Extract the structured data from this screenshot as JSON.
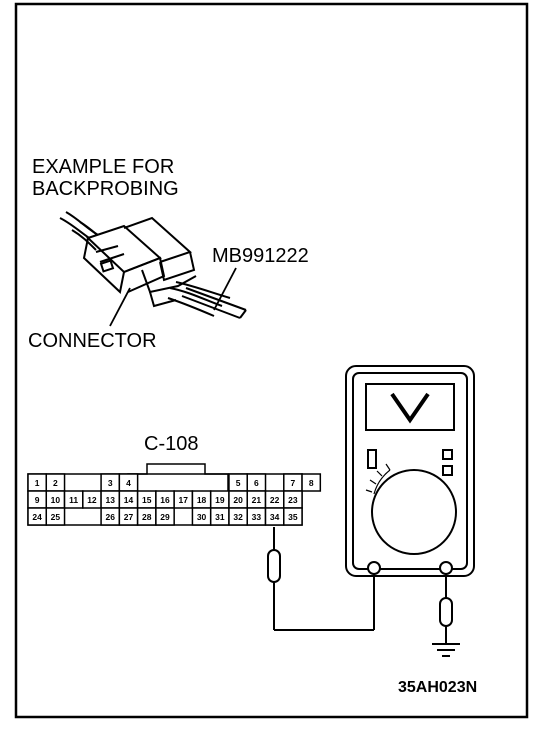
{
  "example_label": {
    "line1": "EXAMPLE FOR",
    "line2": "BACKPROBING"
  },
  "tool_label": "MB991222",
  "connector_label": "CONNECTOR",
  "connector_id": "C-108",
  "figure_code": "35AH023N",
  "pins": {
    "row1": [
      "1",
      "2",
      "3",
      "4",
      "5",
      "6",
      "7",
      "8"
    ],
    "row2": [
      "9",
      "10",
      "11",
      "12",
      "13",
      "14",
      "15",
      "16",
      "17",
      "18",
      "19",
      "20",
      "21",
      "22",
      "23"
    ],
    "row3": [
      "24",
      "25",
      "26",
      "27",
      "28",
      "29",
      "30",
      "31",
      "32",
      "33",
      "34",
      "35"
    ]
  },
  "probed_pin": "34",
  "colors": {
    "line": "#000000",
    "background": "#ffffff"
  }
}
